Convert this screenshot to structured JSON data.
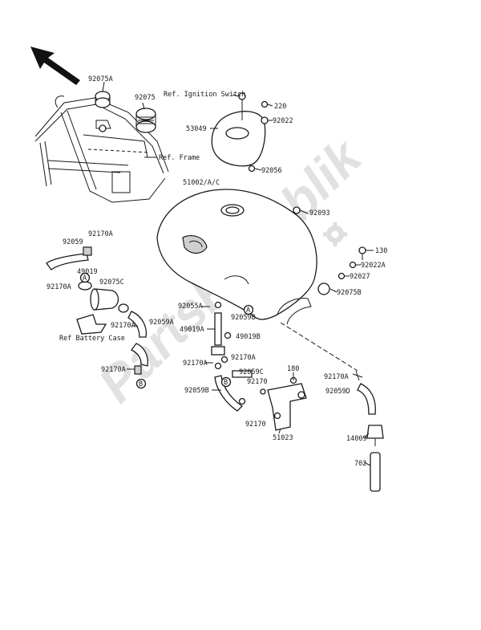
{
  "watermark": "PartsRepublik",
  "labels": [
    {
      "name": "label-92075a",
      "text": "92075A"
    },
    {
      "name": "label-92075",
      "text": "92075"
    },
    {
      "name": "label-ref-ignition-switch",
      "text": "Ref. Ignition Switch"
    },
    {
      "name": "label-220",
      "text": "220"
    },
    {
      "name": "label-92022",
      "text": "92022"
    },
    {
      "name": "label-53049",
      "text": "53049"
    },
    {
      "name": "label-ref-frame",
      "text": "Ref. Frame"
    },
    {
      "name": "label-92056",
      "text": "92056"
    },
    {
      "name": "label-51002-a-c",
      "text": "51002/A/C"
    },
    {
      "name": "label-92093",
      "text": "92093"
    },
    {
      "name": "label-92170a-1",
      "text": "92170A"
    },
    {
      "name": "label-92059-1",
      "text": "92059"
    },
    {
      "name": "label-130",
      "text": "130"
    },
    {
      "name": "label-92022a",
      "text": "92022A"
    },
    {
      "name": "label-49019-1",
      "text": "49019"
    },
    {
      "name": "label-92027",
      "text": "92027"
    },
    {
      "name": "label-92075c",
      "text": "92075C"
    },
    {
      "name": "label-92170a-2",
      "text": "92170A"
    },
    {
      "name": "label-92075b",
      "text": "92075B"
    },
    {
      "name": "label-92055a",
      "text": "92055A"
    },
    {
      "name": "label-92059b",
      "text": "92059B"
    },
    {
      "name": "label-92170a-3",
      "text": "92170A"
    },
    {
      "name": "label-92059a",
      "text": "92059A"
    },
    {
      "name": "label-49019a",
      "text": "49019A"
    },
    {
      "name": "label-49019b",
      "text": "49019B"
    },
    {
      "name": "label-ref-battery-case",
      "text": "Ref Battery Case"
    },
    {
      "name": "label-92170a-4",
      "text": "92170A"
    },
    {
      "name": "label-92170a-5",
      "text": "92170A"
    },
    {
      "name": "label-92170a-6",
      "text": "92170A"
    },
    {
      "name": "label-180",
      "text": "180"
    },
    {
      "name": "label-92059c",
      "text": "92059C"
    },
    {
      "name": "label-92170-1",
      "text": "92170"
    },
    {
      "name": "label-92059b-2",
      "text": "92059B"
    },
    {
      "name": "label-92059d",
      "text": "92059D"
    },
    {
      "name": "label-92170-2",
      "text": "92170"
    },
    {
      "name": "label-51023",
      "text": "51023"
    },
    {
      "name": "label-14009",
      "text": "14009"
    },
    {
      "name": "label-702",
      "text": "702"
    }
  ],
  "callouts": [
    "A",
    "A",
    "B",
    "B"
  ]
}
